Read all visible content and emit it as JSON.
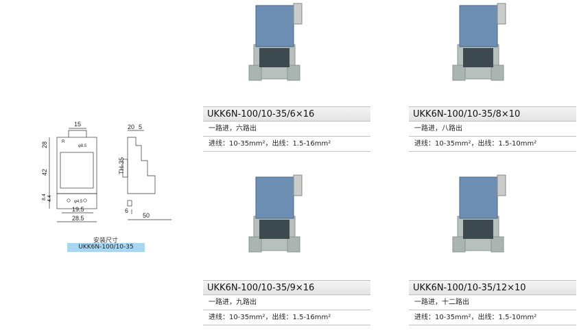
{
  "drawing": {
    "dims": {
      "top_width": "15",
      "height_a": "28",
      "height_b": "42",
      "small_a": "8.4",
      "small_b": "4.4",
      "inner_width": "19.5",
      "outer_width": "28.5",
      "hole_a": "φ8.5",
      "hole_b": "φ4.5",
      "side_a": "20",
      "side_b": "5",
      "rail": "TH-35",
      "side_c": "6",
      "side_d": "50",
      "mark_r": "R"
    },
    "caption_title": "安装尺寸",
    "caption_model": "UKK6N-100/10-35"
  },
  "products": [
    {
      "model": "UKK6N-100/10-35/6×16",
      "desc": "一路进，六路出",
      "spec": "进线：10-35mm²，出线：1.5-16mm²"
    },
    {
      "model": "UKK6N-100/10-35/8×10",
      "desc": "一路进，八路出",
      "spec": "进线：10-35mm²，出线：1.5-10mm²"
    },
    {
      "model": "UKK6N-100/10-35/9×16",
      "desc": "一路进，九路出",
      "spec": "进线：10-35mm²，出线：1.5-16mm²"
    },
    {
      "model": "UKK6N-100/10-35/12×10",
      "desc": "一路进，十二路出",
      "spec": "进线：10-35mm²，出线：1.5-10mm²"
    }
  ],
  "colors": {
    "housing": "#b7c0bd",
    "cover": "#6e8fb4",
    "terminal": "#3c4a50",
    "caption_bg": "#a9d6f0"
  }
}
